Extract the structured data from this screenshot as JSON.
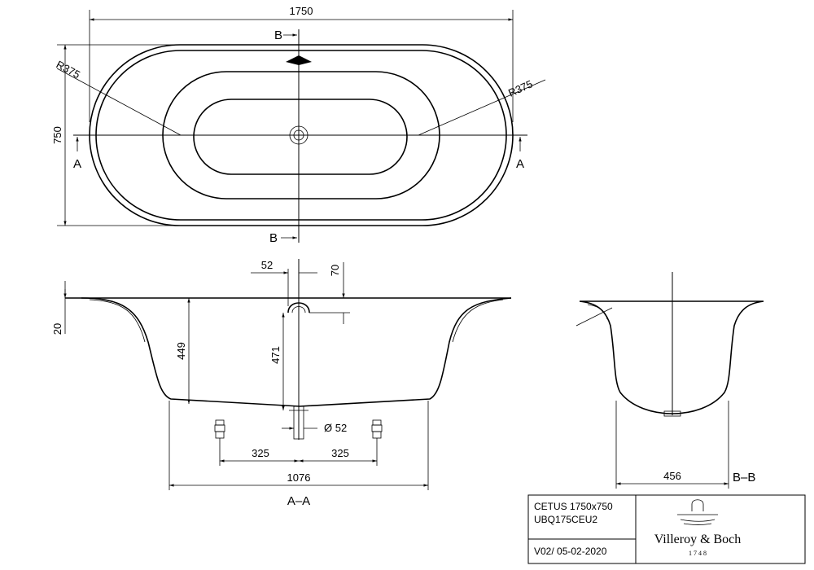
{
  "top_view": {
    "width_dim": "1750",
    "height_dim": "750",
    "radius_left": "R375",
    "radius_right": "R375",
    "section_a_left": "A",
    "section_a_right": "A",
    "section_b_top": "B",
    "section_b_bottom": "B"
  },
  "side_view": {
    "dim_rim": "20",
    "dim_depth_449": "449",
    "dim_overflow_52": "52",
    "dim_overflow_70": "70",
    "dim_drain_471": "471",
    "dim_drain_diameter": "Ø 52",
    "dim_left_325": "325",
    "dim_right_325": "325",
    "dim_base_1076": "1076",
    "section_label": "A–A"
  },
  "end_view": {
    "dim_base_456": "456",
    "section_label": "B–B"
  },
  "title_block": {
    "product": "CETUS 1750x750",
    "code": "UBQ175CEU2",
    "version": "V02/ 05-02-2020",
    "brand": "Villeroy & Boch",
    "year": "1748"
  }
}
